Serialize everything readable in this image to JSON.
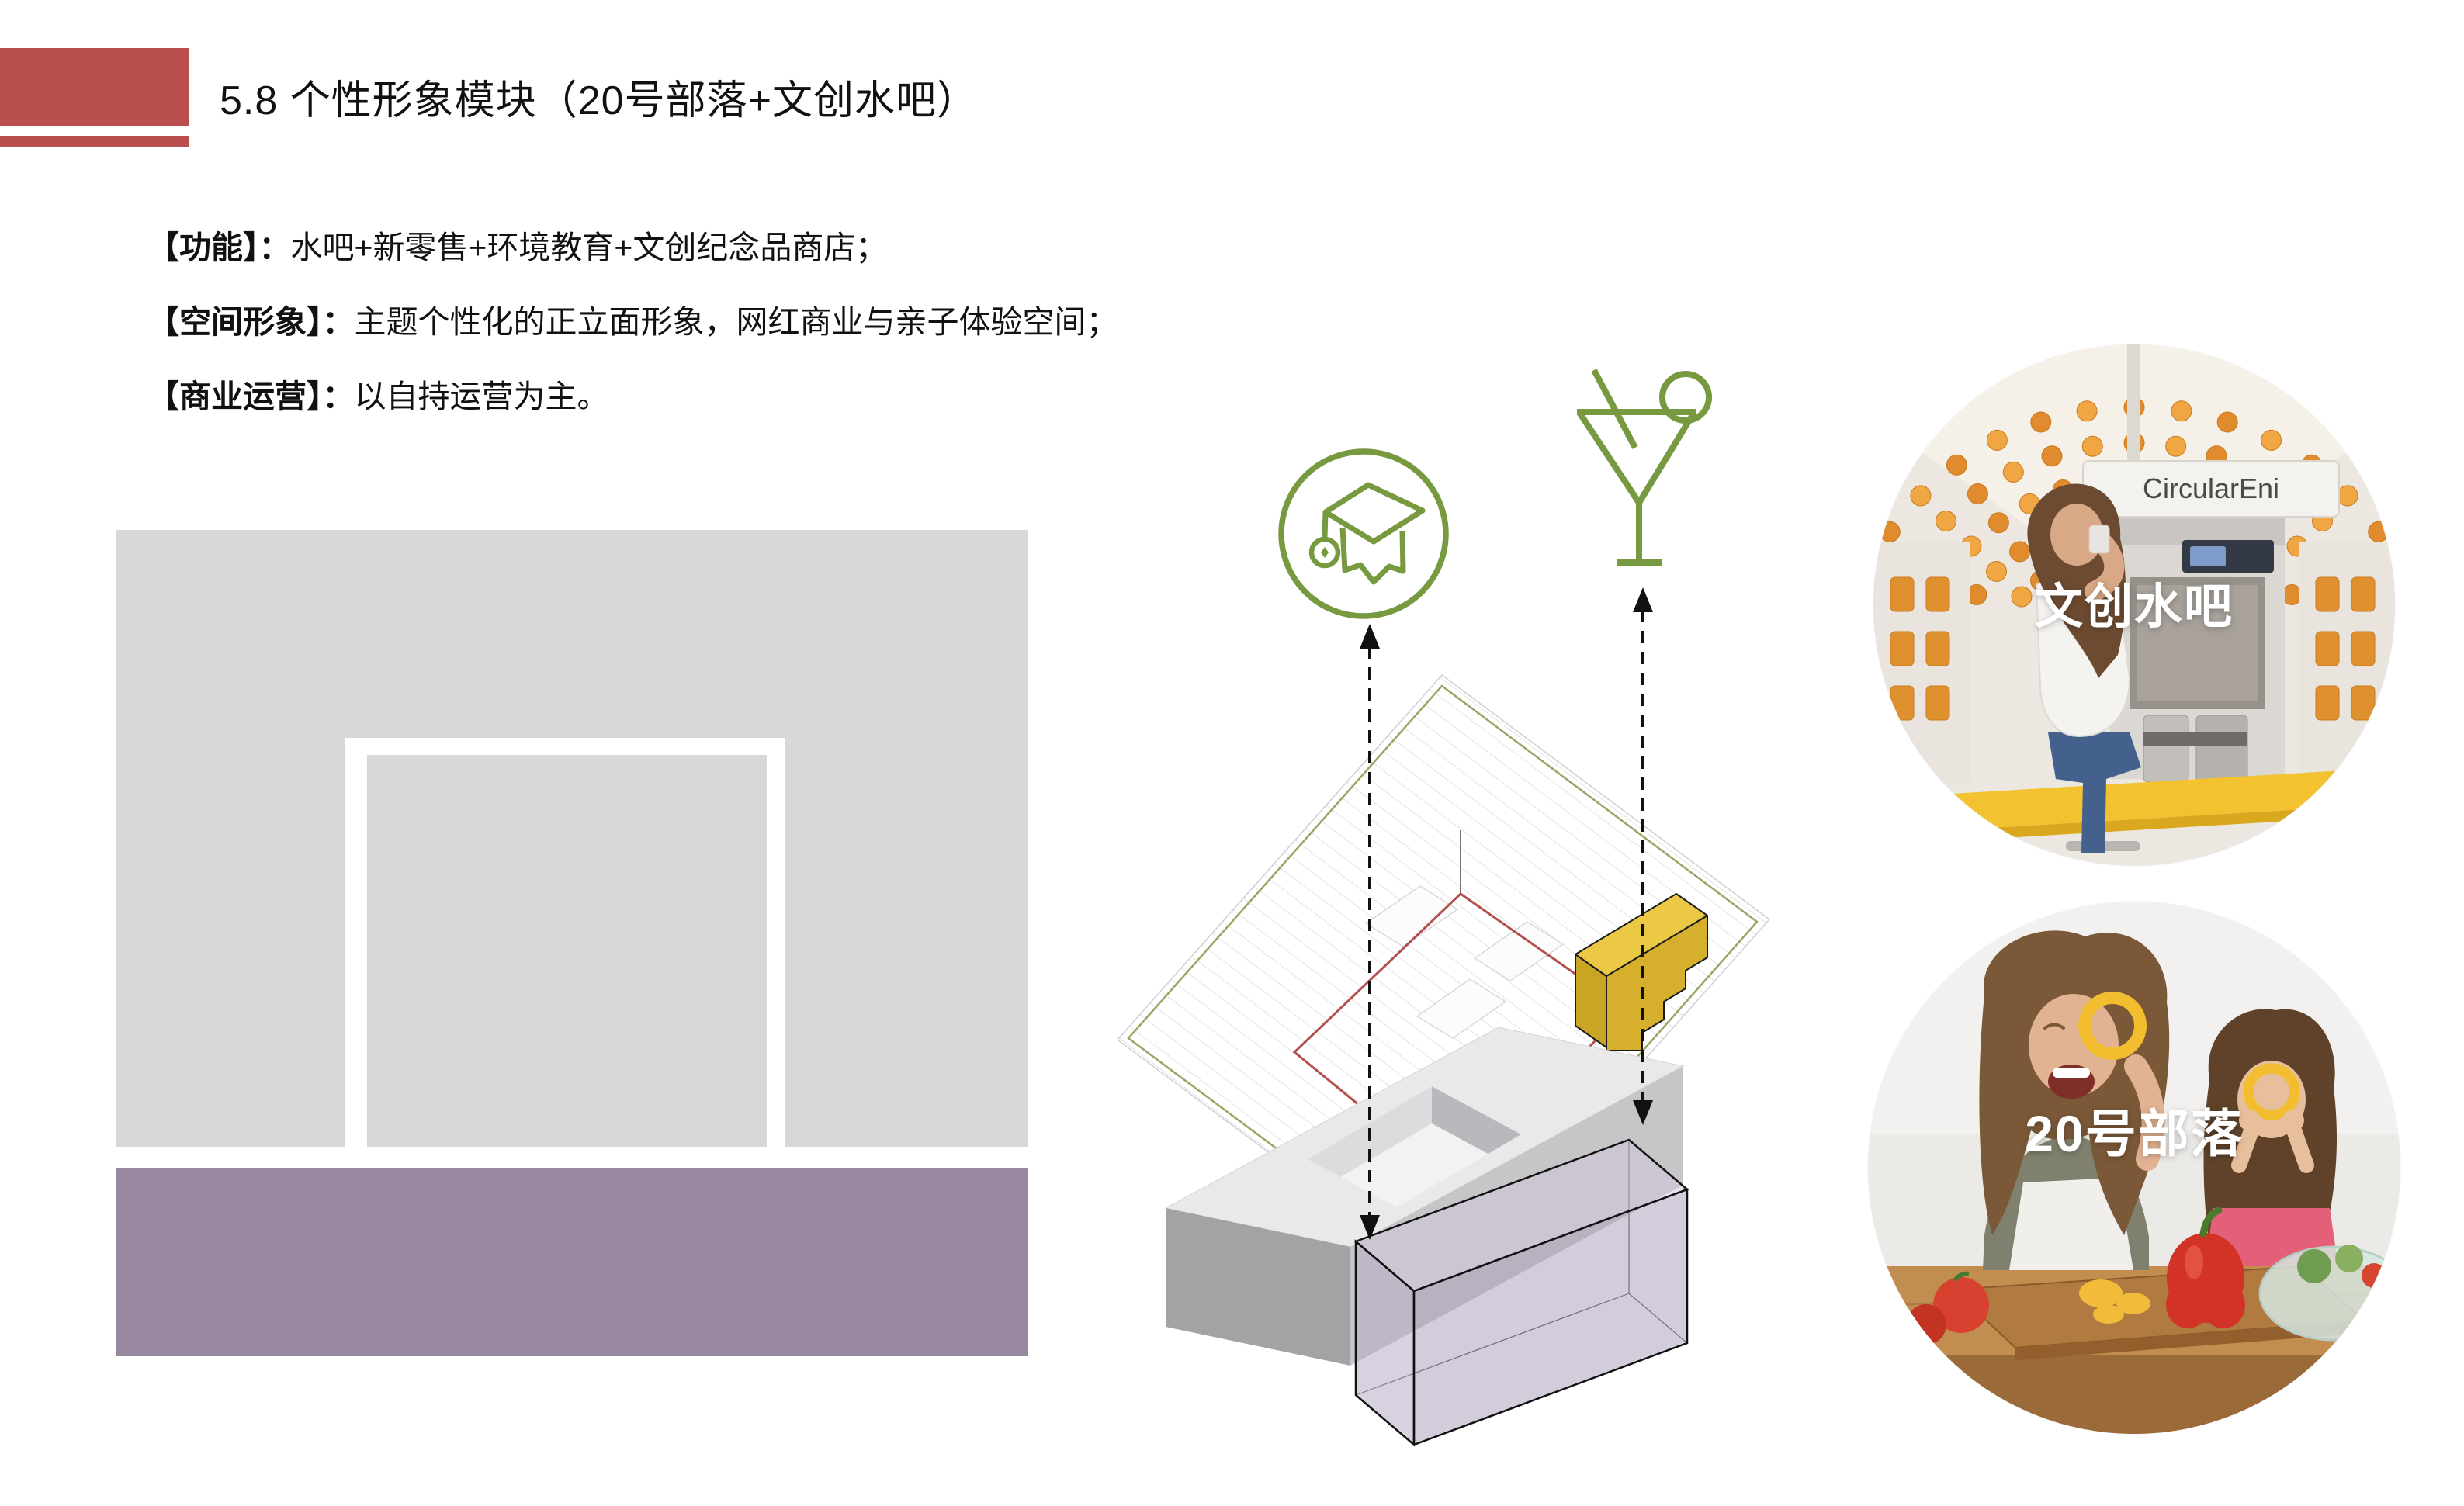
{
  "slide": {
    "title": "5.8 个性形象模块（20号部落+文创水吧）"
  },
  "bullets": [
    {
      "label": "【功能】：",
      "text": "水吧+新零售+环境教育+文创纪念品商店；"
    },
    {
      "label": "【空间形象】：",
      "text": "主题个性化的正立面形象，网红商业与亲子体验空间；"
    },
    {
      "label": "【商业运营】：",
      "text": "以自持运营为主。"
    }
  ],
  "axon_diagram": {
    "icons": [
      {
        "name": "education-cap-icon",
        "meaning": "环境教育"
      },
      {
        "name": "cocktail-icon",
        "meaning": "水吧"
      }
    ]
  },
  "photos": [
    {
      "caption": "文创水吧",
      "sign_text": "CircularEni"
    },
    {
      "caption": "20号部落"
    }
  ],
  "colors": {
    "accent": "#b94f4f",
    "facade": "#d8d8d8",
    "base-purple": "#98889f",
    "green": "#77993f",
    "plan-green": "#8a9e52",
    "plan-red": "#b2504f",
    "block-yellow": "#ecc945",
    "block-yellow-dark": "#d6b02c"
  }
}
